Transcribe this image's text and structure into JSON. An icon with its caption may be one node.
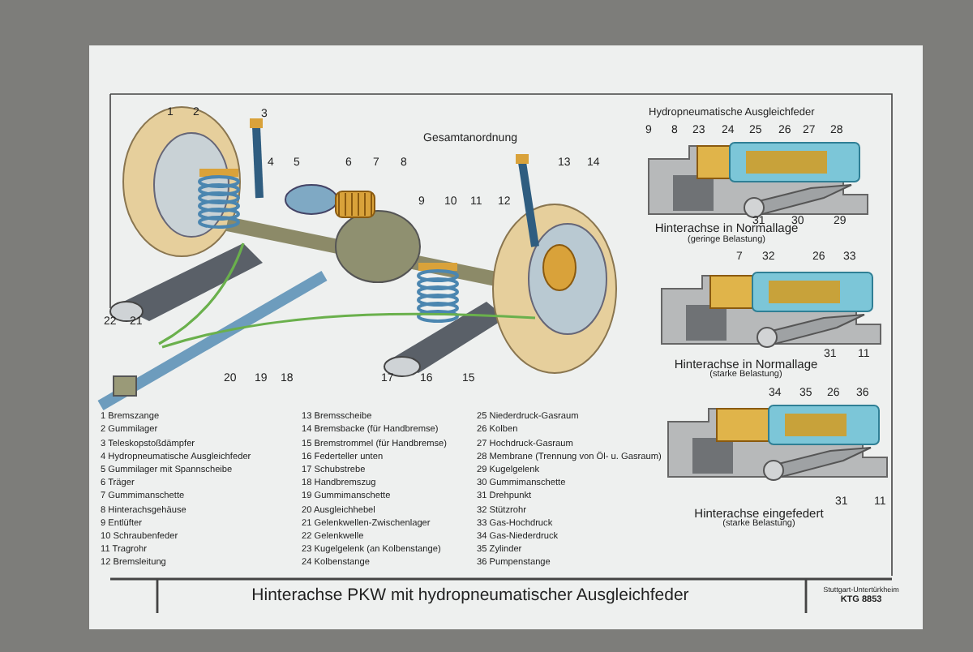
{
  "diagram": {
    "labels": [
      "Gesamtanordnung",
      "1",
      "2",
      "3",
      "4",
      "5",
      "6",
      "7",
      "8",
      "9",
      "10",
      "11",
      "12",
      "13",
      "14",
      "22",
      "21",
      "20",
      "19",
      "18",
      "17",
      "16",
      "15",
      "Hydropneumatische Ausgleichfeder",
      "9",
      "8",
      "23",
      "24",
      "25",
      "26",
      "27",
      "28",
      "31",
      "30",
      "29",
      "Hinterachse in Normallage",
      "(geringe Belastung)",
      "7",
      "32",
      "26",
      "33",
      "31",
      "11",
      "Hinterachse in Normallage",
      "(starke Belastung)",
      "34",
      "35",
      "26",
      "36",
      "31",
      "11",
      "Hinterachse eingefedert",
      "(starke Belastung)",
      "1 Bremszange",
      "2 Gummilager",
      "3 Teleskopstoßdämpfer",
      "4 Hydropneumatische Ausgleichfeder",
      "5 Gummilager mit Spannscheibe",
      "6 Träger",
      "7 Gummimanschette",
      "8 Hinterachsgehäuse",
      "9 Entlüfter",
      "10 Schraubenfeder",
      "11 Tragrohr",
      "12 Bremsleitung",
      "13 Bremsscheibe",
      "14 Bremsbacke (für Handbremse)",
      "15 Bremstrommel (für Handbremse)",
      "16 Federteller unten",
      "17 Schubstrebe",
      "18 Handbremszug",
      "19 Gummimanschette",
      "20 Ausgleichhebel",
      "21 Gelenkwellen-Zwischenlager",
      "22 Gelenkwelle",
      "23 Kugelgelenk (an Kolbenstange)",
      "24 Kolbenstange",
      "25 Niederdruck-Gasraum",
      "26 Kolben",
      "27 Hochdruck-Gasraum",
      "28 Membrane (Trennung von Öl- u. Gasraum)",
      "29 Kugelgelenk",
      "30 Gummimanschette",
      "31 Drehpunkt",
      "32 Stützrohr",
      "33 Gas-Hochdruck",
      "34 Gas-Niederdruck",
      "35 Zylinder",
      "36 Pumpenstange",
      "Hinterachse PKW mit hydropneumatischer Ausgleichfeder",
      "Stuttgart-Untertürkheim",
      "KTG 8853"
    ]
  }
}
